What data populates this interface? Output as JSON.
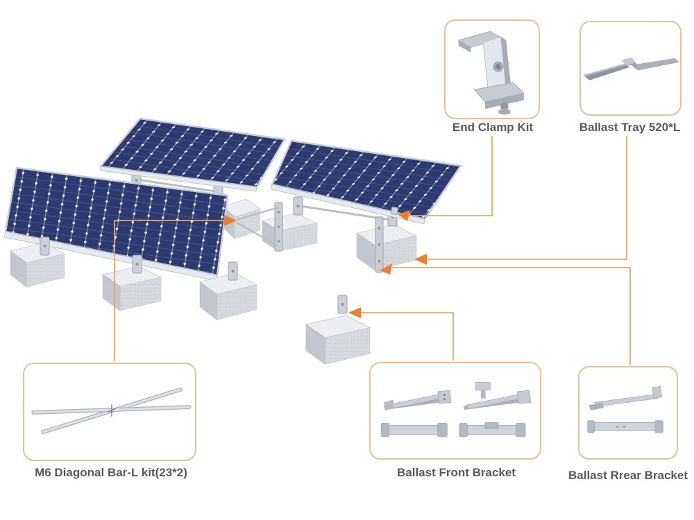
{
  "colors": {
    "arrow": "#ED7D31",
    "callout_line": "#E2A96E",
    "box_border": "#ECBE93",
    "label_text": "#58595B",
    "panel_cells": "#2C3A6F",
    "panel_grid": "#8A97C2",
    "panel_frame": "#C6CCD5",
    "block_face": "#D7DADE",
    "background": "#FFFFFF"
  },
  "callouts": [
    {
      "id": "end-clamp-kit",
      "label": "End Clamp Kit",
      "icon": "end-clamp-3d"
    },
    {
      "id": "ballast-tray",
      "label": "Ballast Tray 520*L",
      "icon": "ballast-tray-3d"
    },
    {
      "id": "m6-diagonal-bar",
      "label": "M6 Diagonal Bar-L kit(23*2)",
      "icon": "diagonal-bars-3d"
    },
    {
      "id": "ballast-front-bracket",
      "label": "Ballast Front Bracket",
      "icon": "front-bracket-3d"
    },
    {
      "id": "ballast-rear-bracket",
      "label": "Ballast Rrear Bracket",
      "icon": "rear-bracket-3d"
    }
  ],
  "scene": {
    "solar_panel_count": 3,
    "ballast_block_count": 7
  }
}
